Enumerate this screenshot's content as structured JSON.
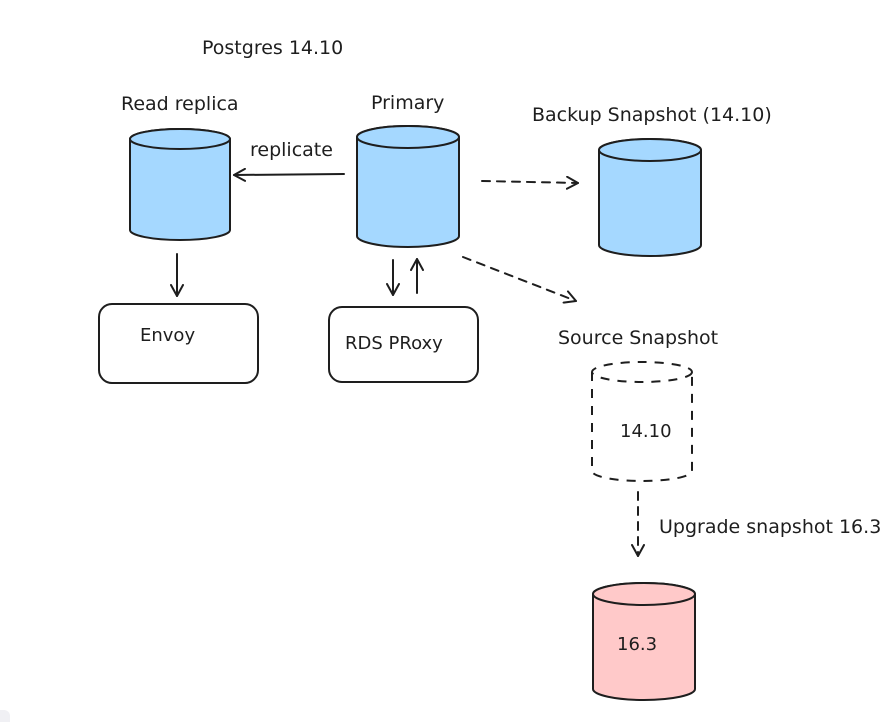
{
  "diagram": {
    "title": "Postgres 14.10",
    "nodes": {
      "read_replica": {
        "label": "Read replica",
        "fill": "#a5d8ff"
      },
      "primary": {
        "label": "Primary",
        "fill": "#a5d8ff"
      },
      "backup_snapshot": {
        "label": "Backup Snapshot (14.10)",
        "fill": "#a5d8ff"
      },
      "envoy": {
        "label": "Envoy"
      },
      "rds_proxy": {
        "label": "RDS PRoxy"
      },
      "source_snapshot": {
        "label": "Source Snapshot",
        "inner_label": "14.10"
      },
      "upgraded": {
        "inner_label": "16.3",
        "fill": "#ffc9c9"
      }
    },
    "edges": {
      "replicate": "replicate",
      "upgrade": "Upgrade snapshot 16.3"
    },
    "colors": {
      "ink": "#1e1e1e",
      "blue_fill": "#a5d8ff",
      "red_fill": "#ffc9c9"
    }
  }
}
